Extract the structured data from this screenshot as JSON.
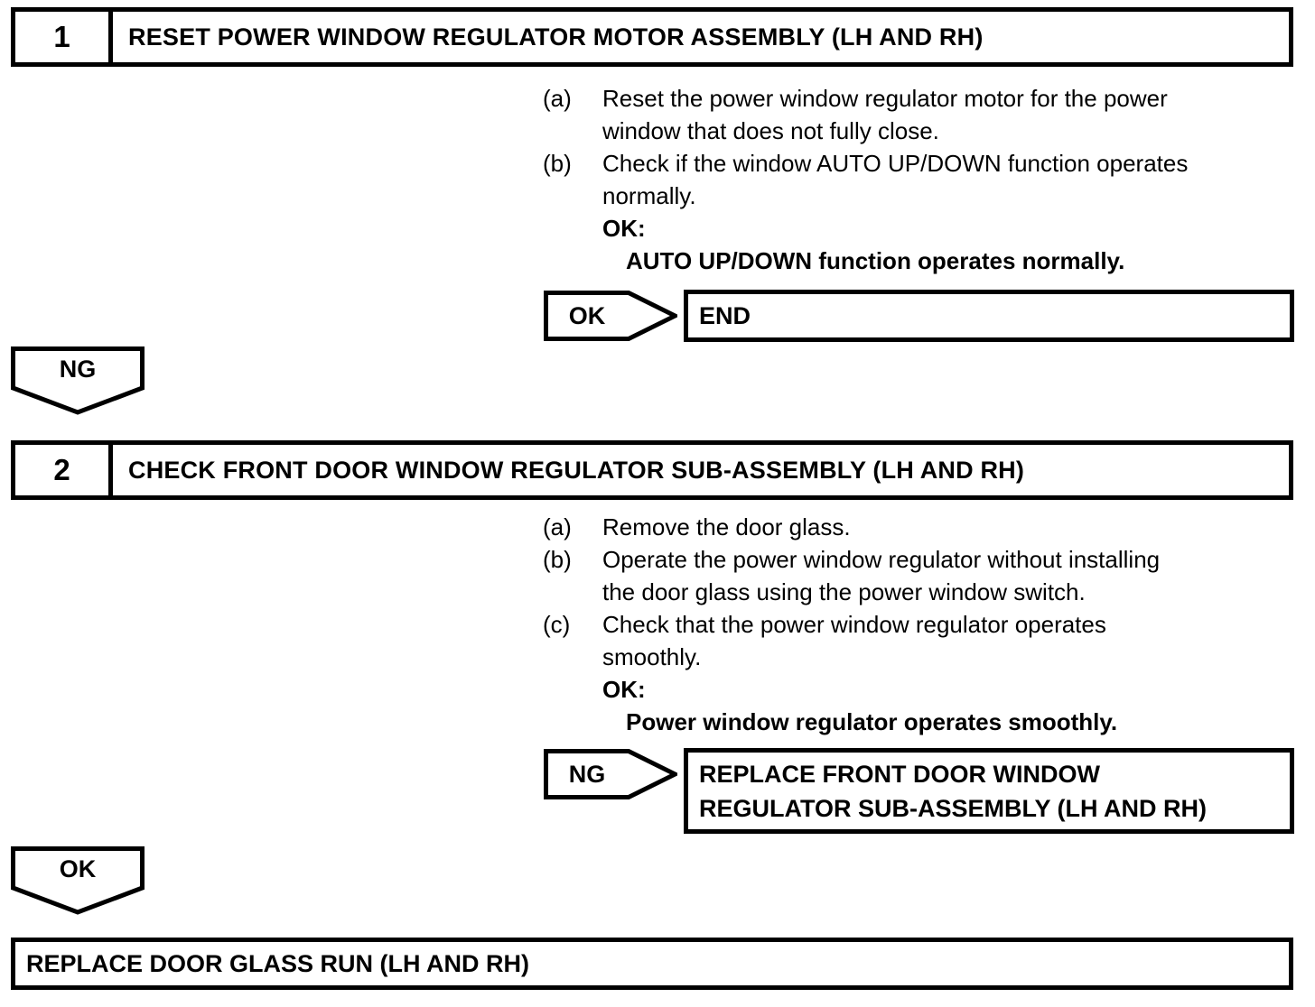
{
  "page": {
    "background": "#ffffff",
    "ink": "#000000"
  },
  "steps": [
    {
      "number": "1",
      "title": "RESET POWER WINDOW REGULATOR MOTOR ASSEMBLY (LH AND RH)",
      "instructions": [
        {
          "marker": "(a)",
          "lines": [
            "Reset the power window regulator motor for the power",
            "window that does not fully close."
          ]
        },
        {
          "marker": "(b)",
          "lines": [
            "Check if the window AUTO UP/DOWN function operates",
            "normally."
          ]
        }
      ],
      "ok_heading": "OK:",
      "ok_condition": "AUTO UP/DOWN function operates normally.",
      "branch": {
        "connector": "OK",
        "result_lines": [
          "END"
        ]
      },
      "next_connector": "NG"
    },
    {
      "number": "2",
      "title": "CHECK FRONT DOOR WINDOW REGULATOR SUB-ASSEMBLY (LH AND RH)",
      "instructions": [
        {
          "marker": "(a)",
          "lines": [
            "Remove the door glass."
          ]
        },
        {
          "marker": "(b)",
          "lines": [
            "Operate the power window regulator without installing",
            "the door glass using the power window switch."
          ]
        },
        {
          "marker": "(c)",
          "lines": [
            "Check that the power window regulator operates",
            "smoothly."
          ]
        }
      ],
      "ok_heading": "OK:",
      "ok_condition": "Power window regulator operates smoothly.",
      "branch": {
        "connector": "NG",
        "result_lines": [
          "REPLACE FRONT DOOR WINDOW",
          "REGULATOR SUB-ASSEMBLY (LH AND RH)"
        ]
      },
      "next_connector": "OK"
    }
  ],
  "final_action": "REPLACE DOOR GLASS RUN (LH AND RH)"
}
